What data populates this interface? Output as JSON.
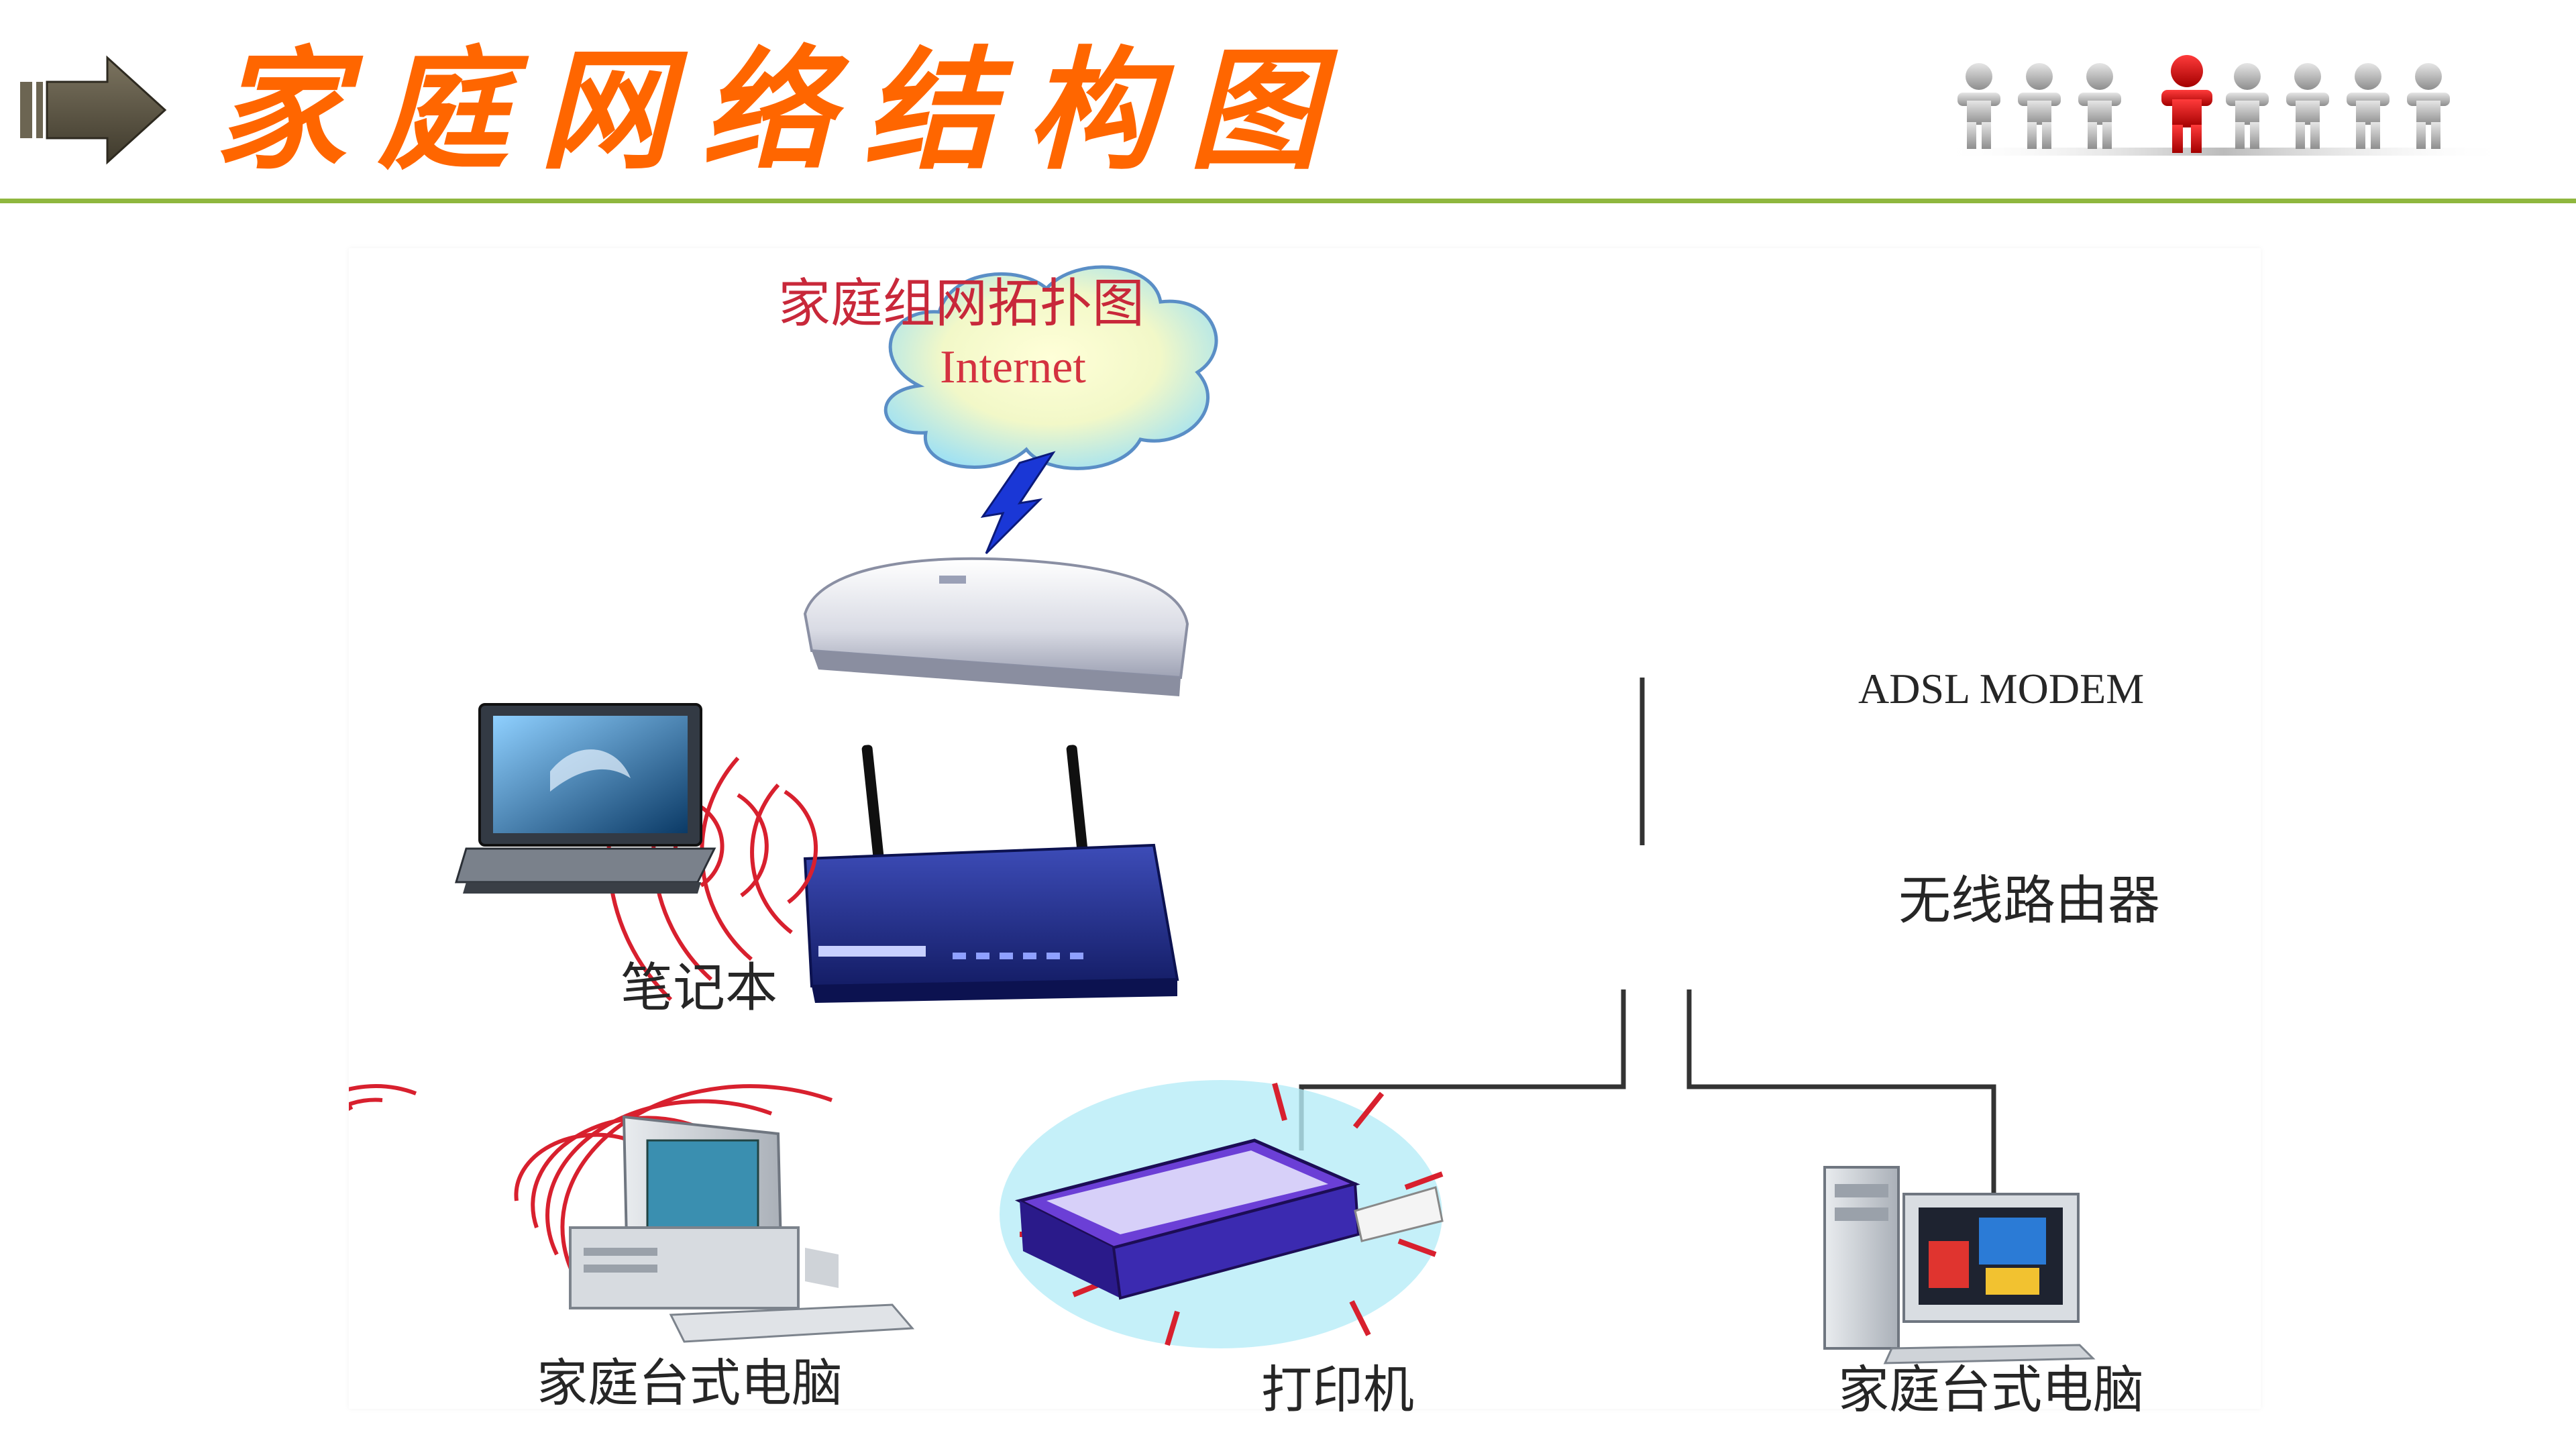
{
  "header": {
    "title": "家庭网络结构图",
    "arrow_icon": "right-arrow-icon",
    "logo_icon": "people-team-logo",
    "title_color": "#ff6600",
    "rule_color": "#8fb73e",
    "arrow_color": "#5a5340"
  },
  "diagram": {
    "title": "家庭组网拓扑图",
    "internet_label": "Internet",
    "modem_label": "ADSL MODEM",
    "router_label": "无线路由器",
    "laptop_label": "笔记本",
    "desktop_left_label": "家庭台式电脑",
    "printer_label": "打印机",
    "desktop_right_label": "家庭台式电脑",
    "wave_color": "#d8202e",
    "router_color": "#1f2c8f",
    "cloud_color": "#9fe1f3",
    "line_color": "#333333"
  }
}
